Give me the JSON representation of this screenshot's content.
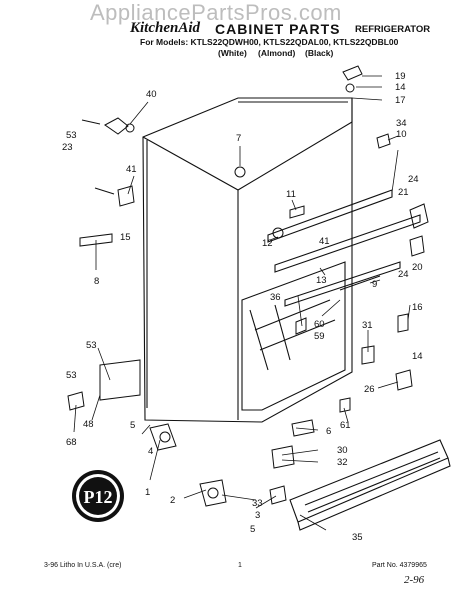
{
  "watermark": "AppliancePartsPros.com",
  "header": {
    "brand": "KitchenAid",
    "title": "CABINET PARTS",
    "appliance": "REFRIGERATOR",
    "models_line": "For Models: KTLS22QDWH00, KTLS22QDAL00, KTLS22QDBL00",
    "colors": [
      "(White)",
      "(Almond)",
      "(Black)"
    ]
  },
  "part_labels": [
    "19",
    "14",
    "17",
    "40",
    "53",
    "23",
    "7",
    "34",
    "10",
    "41",
    "15",
    "11",
    "24",
    "21",
    "12",
    "41",
    "8",
    "13",
    "9",
    "20",
    "24",
    "36",
    "60",
    "59",
    "16",
    "53",
    "31",
    "53",
    "14",
    "26",
    "61",
    "68",
    "48",
    "6",
    "5",
    "30",
    "4",
    "32",
    "1",
    "2",
    "33",
    "3",
    "5",
    "35"
  ],
  "badge_text": "P12",
  "footer": {
    "left": "3-96 Litho In U.S.A. (cre)",
    "center": "1",
    "right": "Part No. 4379965",
    "handwritten": "2-96"
  }
}
